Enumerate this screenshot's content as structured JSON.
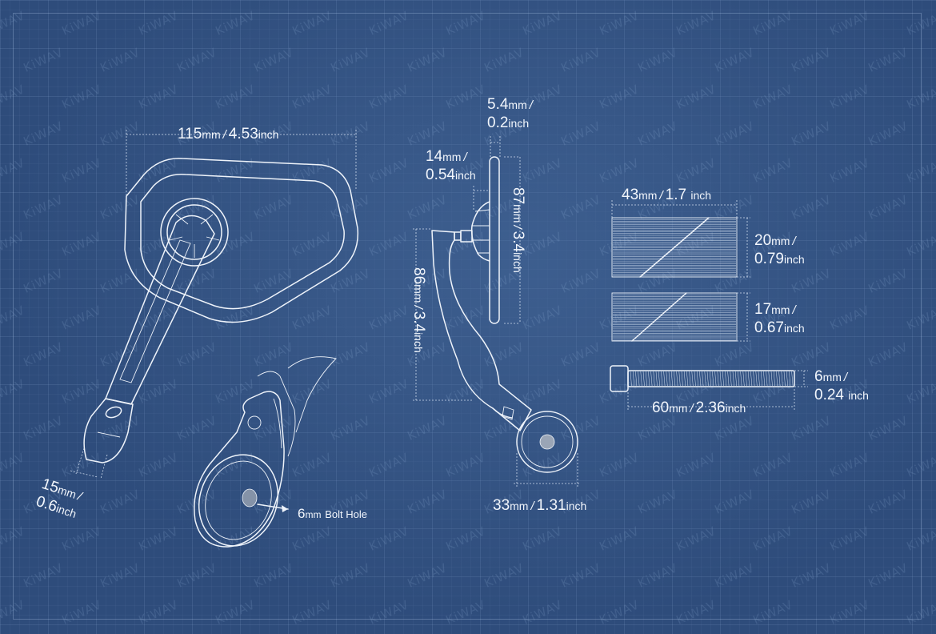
{
  "watermark_text": "KiWAV",
  "colors": {
    "background": "#2e4c7b",
    "line": "#eef3fa",
    "grid": "#4e6f9f"
  },
  "dimensions": {
    "mirror_width": {
      "value": "115",
      "unit": "mm",
      "sep": "/",
      "value2": "4.53",
      "unit2": "inch"
    },
    "mount_width": {
      "value": "15",
      "unit": "mm",
      "sep": "/",
      "value2": "0.6",
      "unit2": "inch"
    },
    "glass_thickness": {
      "value": "5.4",
      "unit": "mm",
      "sep": "/",
      "value2": "0.2",
      "unit2": "inch"
    },
    "joint_offset": {
      "value": "14",
      "unit": "mm",
      "sep": "/",
      "value2": "0.54",
      "unit2": "inch"
    },
    "mirror_height": {
      "value": "87",
      "unit": "mm",
      "sep": "/",
      "value2": "3.4",
      "unit2": "inch"
    },
    "arm_height": {
      "value": "86",
      "unit": "mm",
      "sep": "/",
      "value2": "3.4",
      "unit2": "inch"
    },
    "clamp_width": {
      "value": "33",
      "unit": "mm",
      "sep": "/",
      "value2": "1.31",
      "unit2": "inch"
    },
    "spacer_length": {
      "value": "43",
      "unit": "mm",
      "sep": "/",
      "value2": "1.7",
      "unit2": "inch"
    },
    "spacer_a": {
      "value": "20",
      "unit": "mm",
      "sep": "/",
      "value2": "0.79",
      "unit2": "inch"
    },
    "spacer_b": {
      "value": "17",
      "unit": "mm",
      "sep": "/",
      "value2": "0.67",
      "unit2": "inch"
    },
    "bolt_diameter": {
      "value": "6",
      "unit": "mm",
      "sep": "/",
      "value2": "0.24",
      "unit2": "inch"
    },
    "bolt_length": {
      "value": "60",
      "unit": "mm",
      "sep": "/",
      "value2": "2.36",
      "unit2": "inch"
    }
  },
  "bolt_hole": {
    "value": "6",
    "unit": "mm",
    "text": "Bolt Hole"
  }
}
